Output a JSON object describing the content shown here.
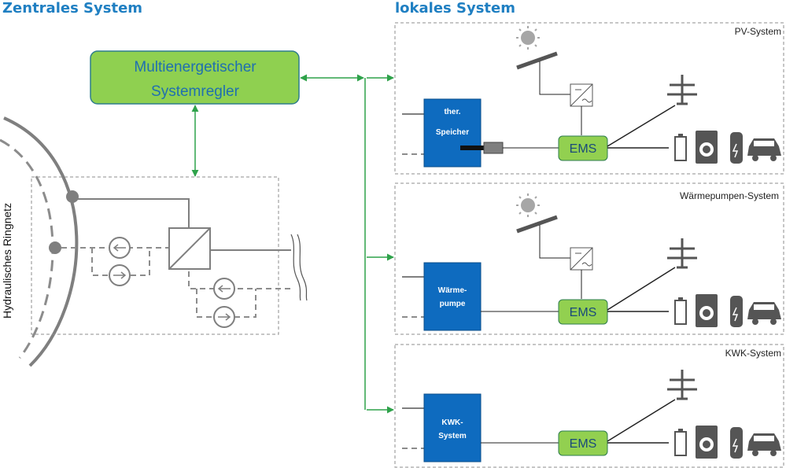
{
  "headings": {
    "central": "Zentrales System",
    "local": "lokales System"
  },
  "controller": {
    "line1": "Multienergetischer",
    "line2": "Systemregler"
  },
  "ring_label": "Hydraulisches Ringnetz",
  "local_systems": [
    {
      "title": "PV-System",
      "unit_line1": "ther.",
      "unit_line2": "Speicher",
      "ems": "EMS"
    },
    {
      "title": "Wärmepumpen-System",
      "unit_line1": "Wärme-",
      "unit_line2": "pumpe",
      "ems": "EMS"
    },
    {
      "title": "KWK-System",
      "unit_line1": "KWK-",
      "unit_line2": "System",
      "ems": "EMS"
    }
  ],
  "colors": {
    "heading": "#1f7fc2",
    "controller_fill": "#8fd050",
    "controller_stroke": "#2e7d8c",
    "link_green": "#2ea24a",
    "unit_blue": "#0e6bbf",
    "ems_fill": "#92d050",
    "line_gray": "#7f7f7f",
    "dash_gray": "#8c8c8c"
  },
  "icons": [
    "sun-icon",
    "solar-panel-icon",
    "inverter-icon",
    "power-pylon-icon",
    "battery-icon",
    "washing-machine-icon",
    "ev-charger-icon",
    "car-icon",
    "pump-icon",
    "heat-exchanger-icon",
    "valve-icon"
  ]
}
